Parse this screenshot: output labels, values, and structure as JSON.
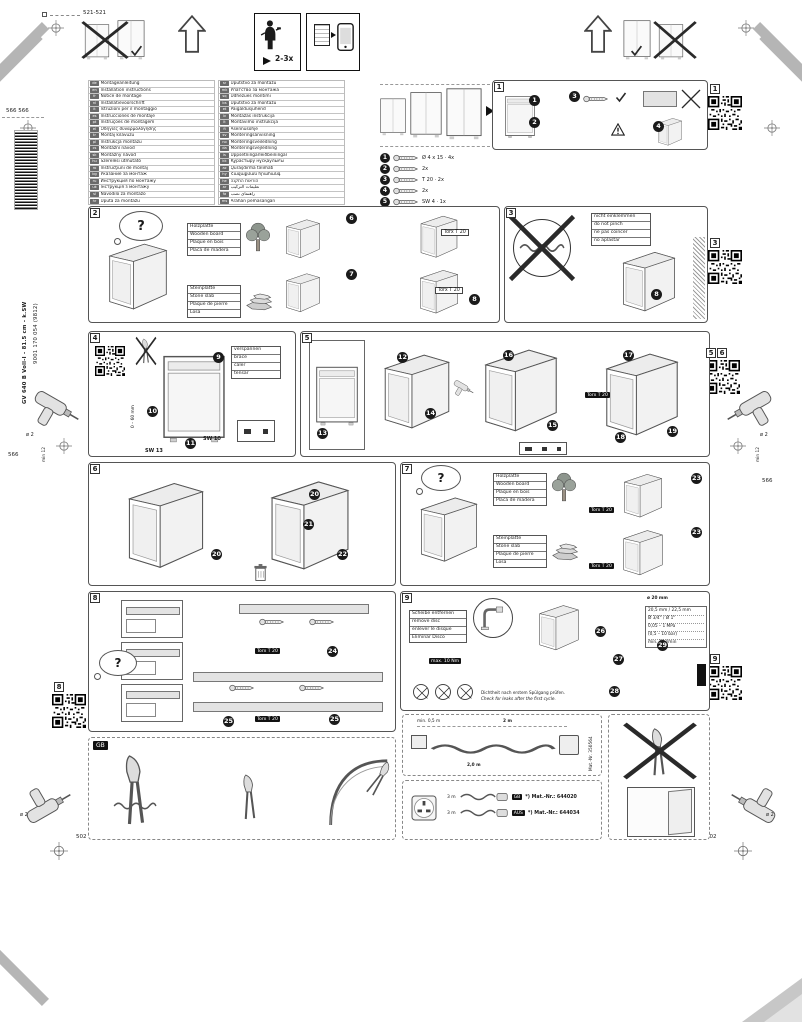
{
  "page": {
    "sheet_code": "9001 170 054 (9812)",
    "model_code": "GV 640 B Voll-I - 81.5 cm - k.SW",
    "dim_521": "521-521",
    "dim_566_pair": "566 566",
    "dim_566_left": "566",
    "dim_566_right": "566",
    "dim_502_left": "502",
    "dim_502_right": "502",
    "drill_dia": "ø 2",
    "drill_depth": "min 12",
    "times_2_3": "2-3x"
  },
  "languages": {
    "col1": [
      {
        "code": "de",
        "title": "Montageanleitung"
      },
      {
        "code": "en",
        "title": "Installation instructions"
      },
      {
        "code": "fr",
        "title": "Notice de montage"
      },
      {
        "code": "nl",
        "title": "Installatievoorschrift"
      },
      {
        "code": "it",
        "title": "Istruzioni per il montaggio"
      },
      {
        "code": "es",
        "title": "Instrucciones de montaje"
      },
      {
        "code": "pt",
        "title": "Instruções de montagem"
      },
      {
        "code": "el",
        "title": "Οδηγίες συναρμολόγησης"
      },
      {
        "code": "tr",
        "title": "Montaj kılavuzu"
      },
      {
        "code": "pl",
        "title": "Instrukcja montażu"
      },
      {
        "code": "cs",
        "title": "Montážní návod"
      },
      {
        "code": "sk",
        "title": "Montážny návod"
      },
      {
        "code": "hu",
        "title": "Szerelési útmutató"
      },
      {
        "code": "ro",
        "title": "Instrucţiuni de montaj"
      },
      {
        "code": "bg",
        "title": "Указание за монтаж"
      },
      {
        "code": "ru",
        "title": "Инструкция по монтажу"
      },
      {
        "code": "uk",
        "title": "Інструкція з монтажу"
      },
      {
        "code": "sl",
        "title": "Navodilo za montažo"
      },
      {
        "code": "hr",
        "title": "Uputa za montažu"
      }
    ],
    "col2": [
      {
        "code": "sr",
        "title": "Uputstvo za montažu"
      },
      {
        "code": "mk",
        "title": "Упатство за монтажа"
      },
      {
        "code": "sq",
        "title": "Udhëzues montimi"
      },
      {
        "code": "bs",
        "title": "Uputstvo za montažu"
      },
      {
        "code": "et",
        "title": "Paigaldusjuhend"
      },
      {
        "code": "lv",
        "title": "Montāžas instrukcija"
      },
      {
        "code": "lt",
        "title": "Montavimo instrukcija"
      },
      {
        "code": "fi",
        "title": "Asennusohje"
      },
      {
        "code": "sv",
        "title": "Monteringsanvisning"
      },
      {
        "code": "no",
        "title": "Monteringsveiledning"
      },
      {
        "code": "da",
        "title": "Monteringsvejledning"
      },
      {
        "code": "is",
        "title": "Uppsetningarleiðbeiningar"
      },
      {
        "code": "kk",
        "title": "Құрастыру нұсқаулығы"
      },
      {
        "code": "az",
        "title": "Quraşdırma təlimatı"
      },
      {
        "code": "hy",
        "title": "Հավաքման հրահանգ"
      },
      {
        "code": "he",
        "title": "הוראות התקנה"
      },
      {
        "code": "ar",
        "title": "تعليمات التركيب"
      },
      {
        "code": "fa",
        "title": "راهنمای نصب"
      },
      {
        "code": "ms",
        "title": "Arahan pemasangan"
      }
    ]
  },
  "panel1": {
    "num": "1",
    "steps": [
      "1",
      "2",
      "3",
      "4"
    ],
    "parts": [
      {
        "num": "1",
        "label": "Ø 4 x 15 · 4x"
      },
      {
        "num": "2",
        "label": "2x"
      },
      {
        "num": "3",
        "label": "T 20 · 2x"
      },
      {
        "num": "4",
        "label": "2x"
      },
      {
        "num": "5",
        "label": "SW 4 · 1x"
      }
    ]
  },
  "panel2": {
    "num": "2",
    "question": "?",
    "wood": [
      "Holzplatte",
      "Wooden board",
      "Plaque en bois",
      "Placa de madera"
    ],
    "stone": [
      "Steinplatte",
      "Stone slab",
      "Plaque de pierre",
      "Losa"
    ],
    "torx": "Torx T 20",
    "steps": [
      "6",
      "7",
      "8"
    ]
  },
  "panel3": {
    "num": "3",
    "warning": [
      "nicht einklemmen",
      "do not pinch",
      "ne pas coincer",
      "no aplastar"
    ],
    "step": "8"
  },
  "panel4": {
    "num": "4",
    "brace": [
      "verspannen",
      "brace",
      "caler",
      "tensar"
    ],
    "range": "0 – 60 mm",
    "sw10": "SW 10",
    "sw13": "SW 13",
    "steps": [
      "9",
      "10",
      "11"
    ]
  },
  "panel5": {
    "num": "5",
    "torx": "Torx T 20",
    "steps": [
      "12",
      "13",
      "14",
      "15",
      "16",
      "17",
      "18",
      "19"
    ]
  },
  "panel6": {
    "num": "6",
    "steps": [
      "20",
      "21",
      "22"
    ]
  },
  "panel7": {
    "num": "7",
    "question": "?",
    "wood": [
      "Holzplatte",
      "Wooden board",
      "Plaque en bois",
      "Placa de madera"
    ],
    "stone": [
      "Steinplatte",
      "Stone slab",
      "Plaque de pierre",
      "Losa"
    ],
    "torx": "Torx T 20",
    "steps": [
      "23"
    ]
  },
  "panel8": {
    "num": "8",
    "question": "?",
    "torx": "Torx T 20",
    "steps": [
      "24",
      "25"
    ]
  },
  "panel9": {
    "num": "9",
    "disc": [
      "Scheibe entfernen",
      "remove disc",
      "enlever le disque",
      "Eliminar Disco"
    ],
    "torque": "max. 10 Nm",
    "note_de": "Dichtheit nach erstem Spülgang prüfen.",
    "note_en": "Check for leaks after the first cycle.",
    "dia": "ø 20 mm",
    "specs": [
      "20,5 mm / 22,5 mm",
      "Ø 3/4\" / Ø 1\"",
      "0,05 – 1 MPa",
      "(0,5 – 10 bar)",
      "min. 10 l/min"
    ],
    "steps": [
      "26",
      "27",
      "28",
      "29"
    ]
  },
  "qr_labels": {
    "q1": "1",
    "q3": "3",
    "q5": "5",
    "q6": "6",
    "q8": "8",
    "q9": "9"
  },
  "bottom": {
    "gb_badge": "GB",
    "hose_min": "min. 0,5 m",
    "hose_len_a": "2 m",
    "hose_len_b": "2,0 m",
    "hose_mat": "Mat.-Nr. 350564",
    "plug_rows": [
      {
        "len": "3 m",
        "badge": "GB",
        "mat": "*) Mat.-Nr.: 644020"
      },
      {
        "len": "3 m",
        "badge": "AUS",
        "mat": "*) Mat.-Nr.: 644034"
      }
    ]
  }
}
